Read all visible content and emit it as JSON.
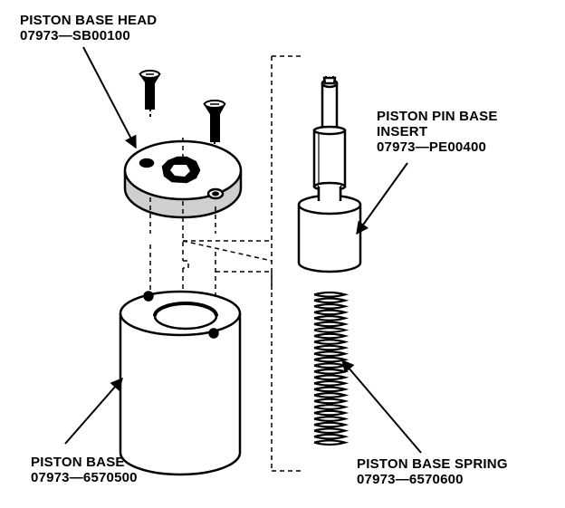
{
  "labels": {
    "head": {
      "name": "PISTON BASE HEAD",
      "part": "07973—SB00100"
    },
    "insert": {
      "name_line1": "PISTON PIN BASE",
      "name_line2": "INSERT",
      "part": "07973—PE00400"
    },
    "base": {
      "name": "PISTON BASE",
      "part": "07973—6570500"
    },
    "spring": {
      "name": "PISTON BASE SPRING",
      "part": "07973—6570600"
    }
  },
  "colors": {
    "ink": "#000000",
    "paper": "#ffffff"
  }
}
